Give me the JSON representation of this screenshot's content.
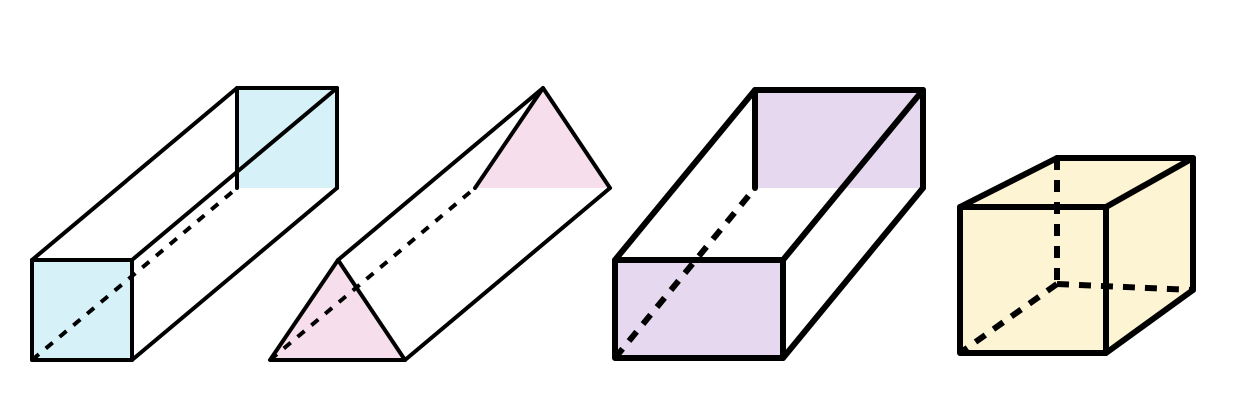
{
  "figure": {
    "shapes": [
      {
        "name": "square-prism",
        "face_color": "#d6f1f8"
      },
      {
        "name": "triangular-prism",
        "face_color": "#f7deec"
      },
      {
        "name": "rectangular-prism",
        "face_color": "#e6d9ef"
      },
      {
        "name": "cube",
        "face_color": "#fdf4d3"
      }
    ]
  }
}
